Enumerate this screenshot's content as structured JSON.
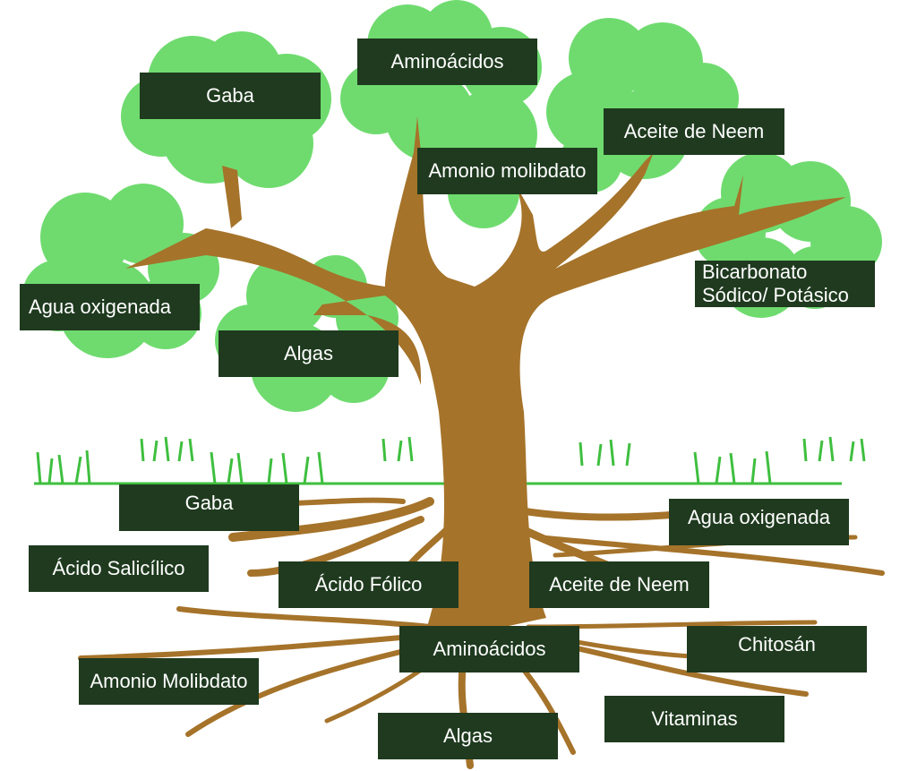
{
  "colors": {
    "foliage": "#6fdb6f",
    "trunk": "#a5732a",
    "label_bg": "#1f3a1f",
    "label_text": "#ffffff",
    "grass": "#3fbf3f"
  },
  "canopy_labels": {
    "gaba": "Gaba",
    "aminoacidos": "Aminoácidos",
    "aceite_neem": "Aceite de Neem",
    "amonio_molibdato": "Amonio molibdato",
    "bicarbonato_line1": "Bicarbonato",
    "bicarbonato_line2": "Sódico/ Potásico",
    "agua_oxigenada": "Agua oxigenada",
    "algas": "Algas"
  },
  "root_labels": {
    "gaba": "Gaba",
    "agua_oxigenada": "Agua oxigenada",
    "acido_salicilico": "Ácido Salicílico",
    "acido_folico": "Ácido Fólico",
    "aceite_neem": "Aceite de Neem",
    "aminoacidos": "Aminoácidos",
    "chitosan": "Chitosán",
    "amonio_molibdato": "Amonio Molibdato",
    "vitaminas": "Vitaminas",
    "algas": "Algas"
  }
}
